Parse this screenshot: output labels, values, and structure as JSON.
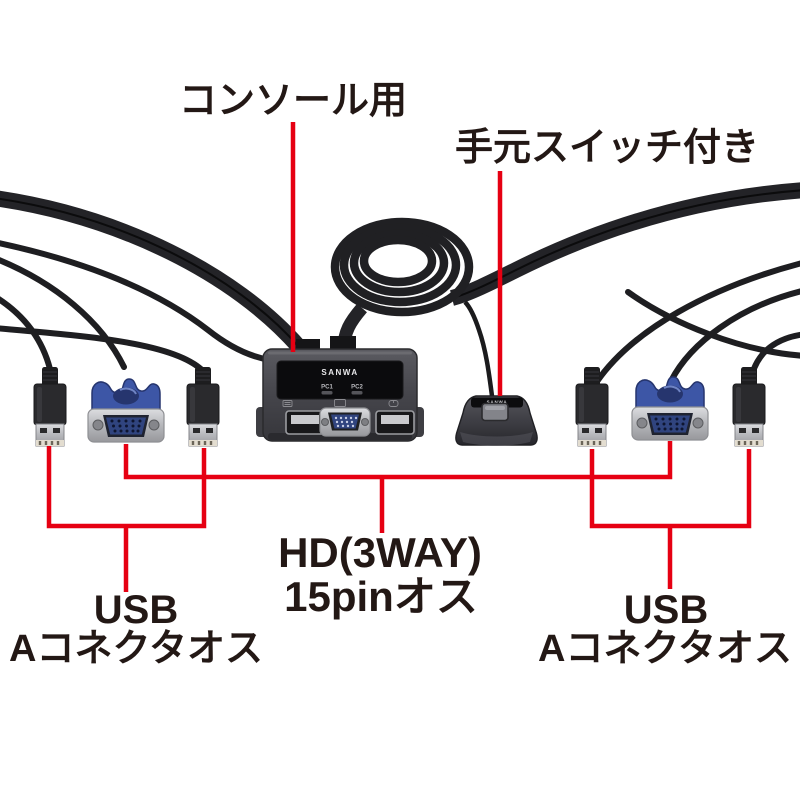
{
  "colors": {
    "background": "#ffffff",
    "annotation_red": "#e60012",
    "text": "#231815",
    "cable_black": "#1e1e21",
    "vga_blue": "#3d56a6",
    "device_gray": "#46464c"
  },
  "annotations": {
    "console": {
      "label": "コンソール用"
    },
    "remote": {
      "label": "手元スイッチ付き"
    },
    "vga": {
      "label_line1": "HD(3WAY)",
      "label_line2": "15pinオス"
    },
    "usb_left": {
      "label_line1": "USB",
      "label_line2": "Aコネクタオス"
    },
    "usb_right": {
      "label_line1": "USB",
      "label_line2": "Aコネクタオス"
    }
  },
  "device": {
    "brand": "SANWA",
    "indicator1": "PC1",
    "indicator2": "PC2",
    "port_icons": [
      "keyboard-icon",
      "monitor-icon",
      "mouse-icon"
    ]
  },
  "remote_switch": {
    "brand": "SANWA"
  }
}
